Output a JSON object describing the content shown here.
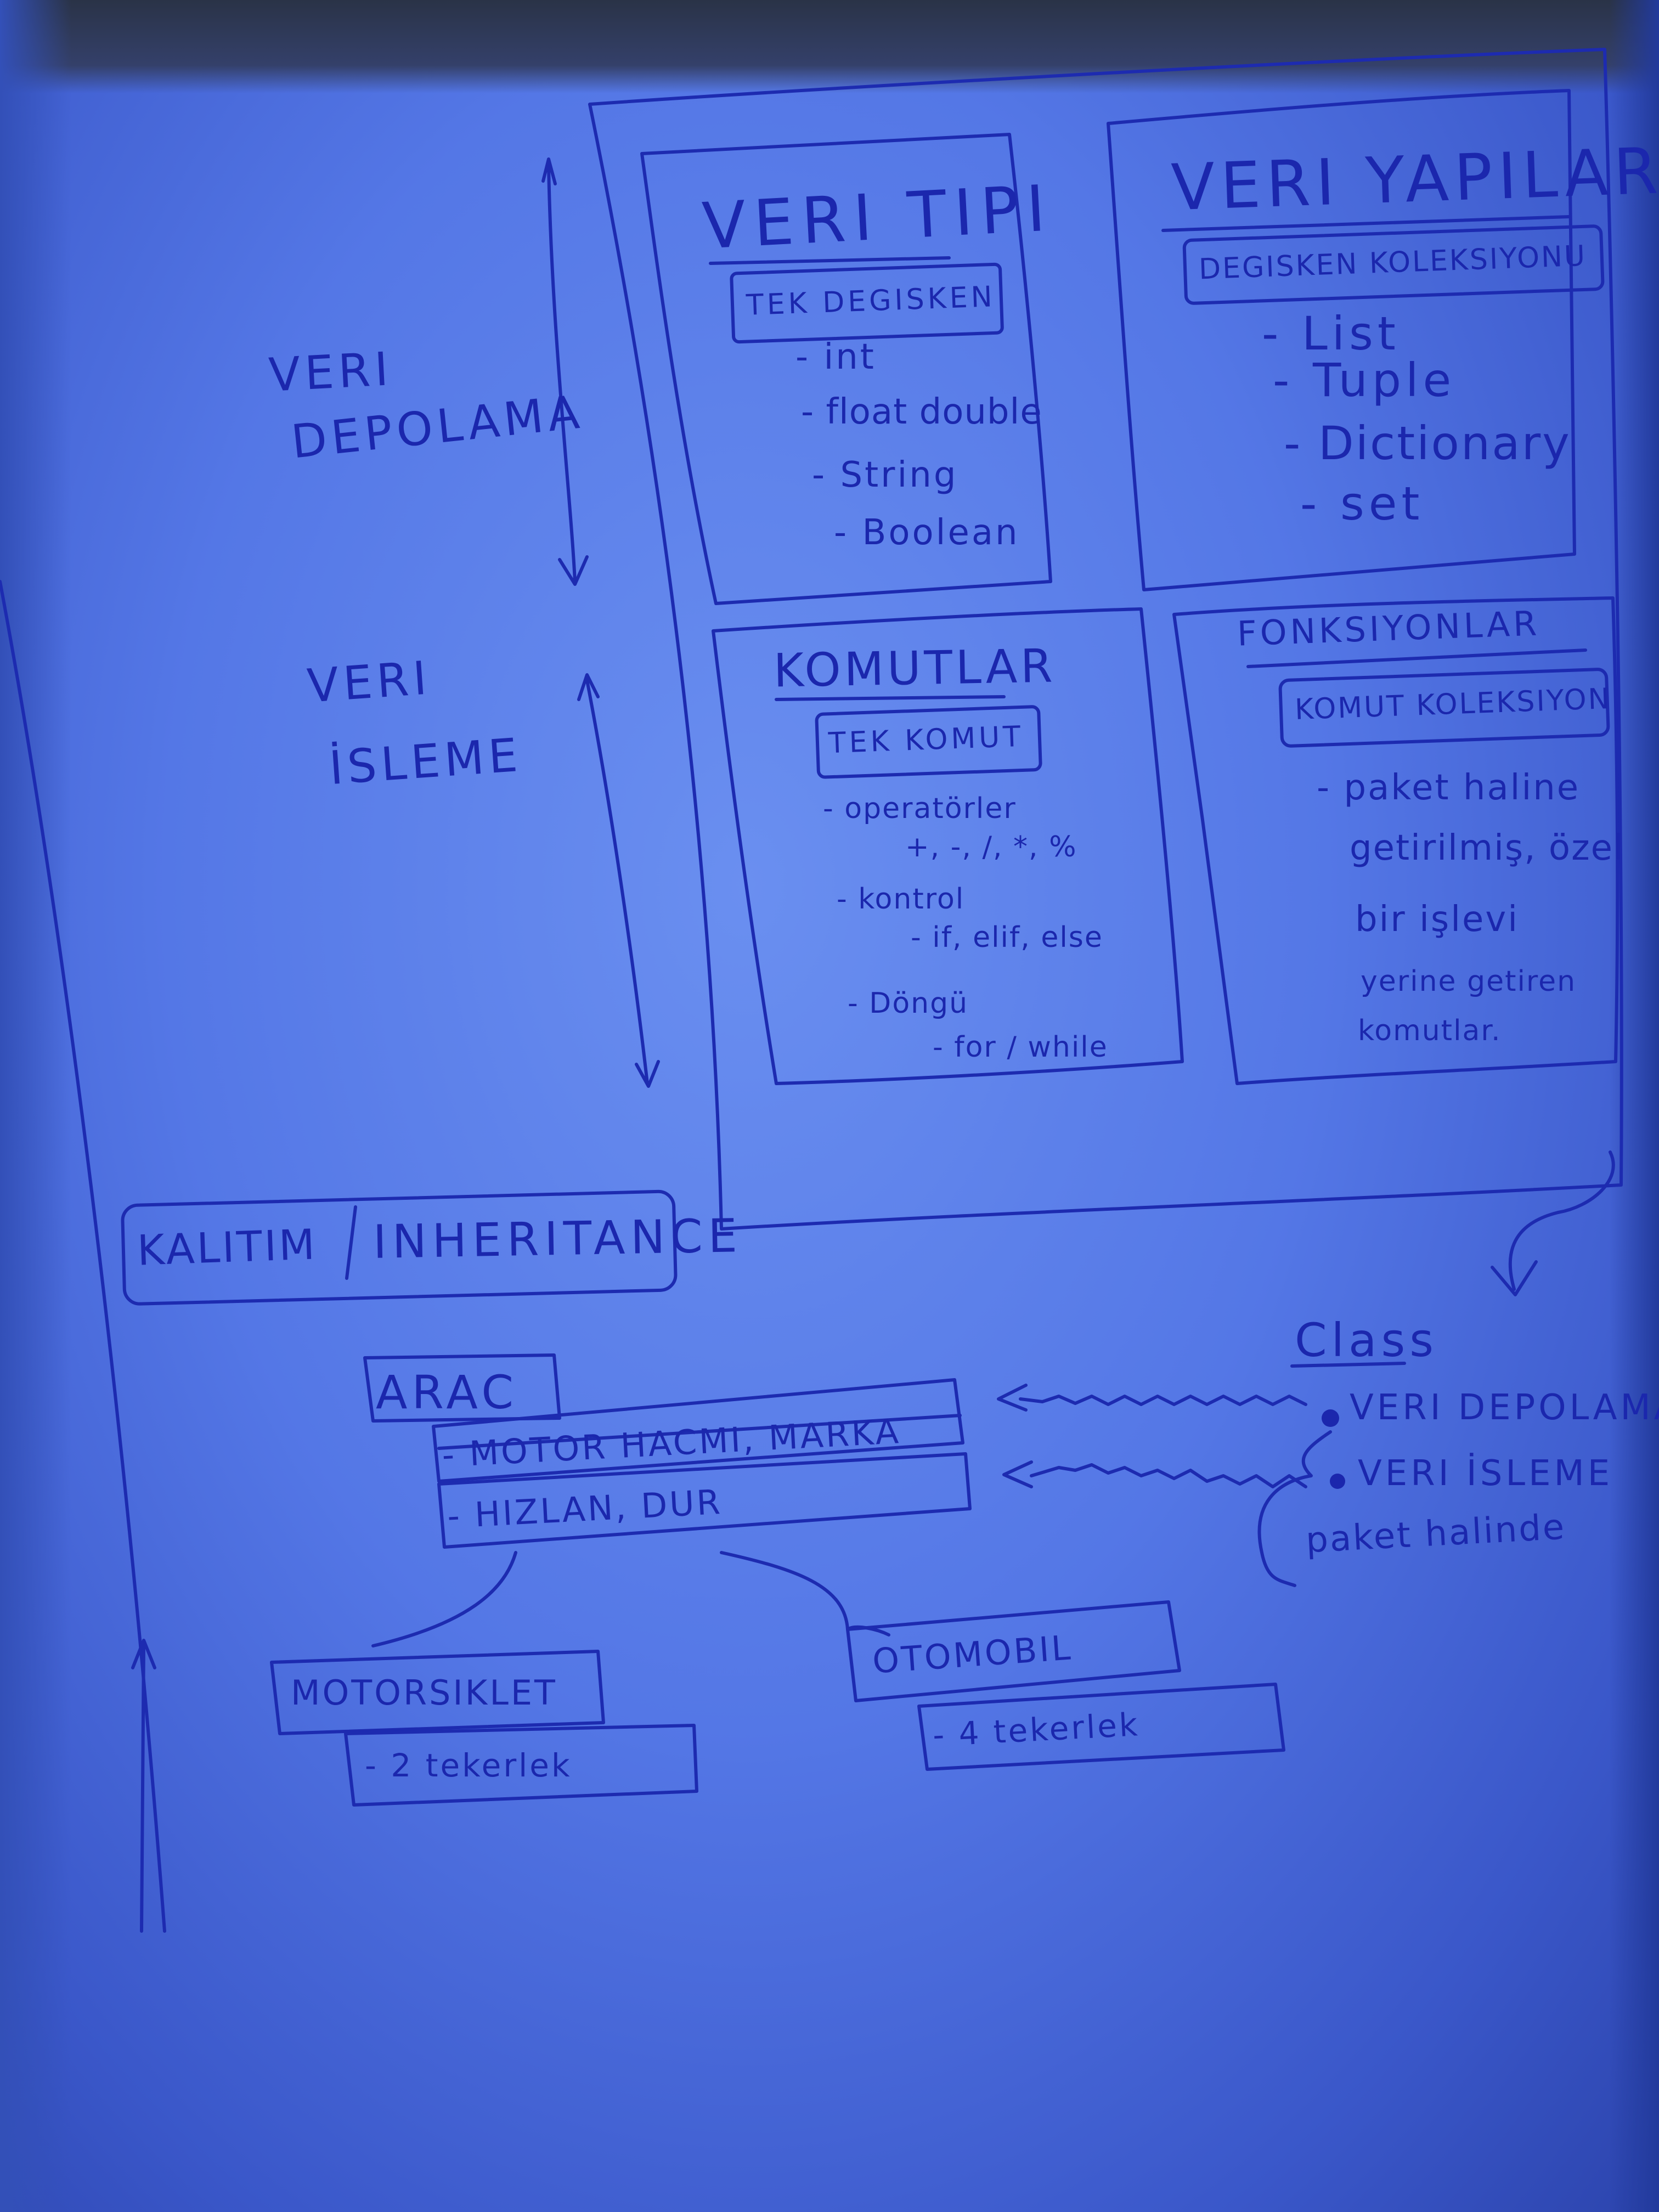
{
  "side_labels": {
    "veri_depolama": [
      "VERI",
      "DEPOLAMA"
    ],
    "veri_isleme": [
      "VERI",
      "İSLEME"
    ]
  },
  "boxes": {
    "veri_tipi": {
      "title": "VERI TIPI",
      "tag": "TEK DEGISKEN",
      "items": [
        "- int",
        "- float double",
        "- String",
        "- Boolean"
      ]
    },
    "veri_yapilari": {
      "title": "VERI YAPILARI",
      "tag": "DEGISKEN KOLEKSIYONU",
      "items": [
        "- List",
        "- Tuple",
        "- Dictionary",
        "- set"
      ]
    },
    "komutlar": {
      "title": "KOMUTLAR",
      "tag": "TEK KOMUT",
      "items": [
        "- operatörler",
        "+, -, /, *, %",
        "- kontrol",
        "- if, elif, else",
        "- Döngü",
        "- for / while"
      ]
    },
    "fonksiyonlar": {
      "title": "FONKSIYONLAR",
      "tag": "KOMUT KOLEKSIYON",
      "lines": [
        "- paket haline",
        "getirilmiş, özel",
        "bir işlevi",
        "yerine getiren",
        "komutlar."
      ]
    }
  },
  "inheritance": {
    "label_left": "KALITIM",
    "label_right": "INHERITANCE"
  },
  "class_block": {
    "title": "Class",
    "items": [
      "VERI DEPOLAMA",
      "VERI İSLEME"
    ],
    "note": "paket halinde"
  },
  "arac": {
    "title": "ARAC",
    "attributes": "- MOTOR HACMI, MARKA",
    "methods": "- HIZLAN, DUR"
  },
  "motorsiklet": {
    "title": "MOTORSIKLET",
    "attr": "- 2 tekerlek"
  },
  "otomobil": {
    "title": "OTOMOBIL",
    "attr": "- 4 tekerlek"
  }
}
